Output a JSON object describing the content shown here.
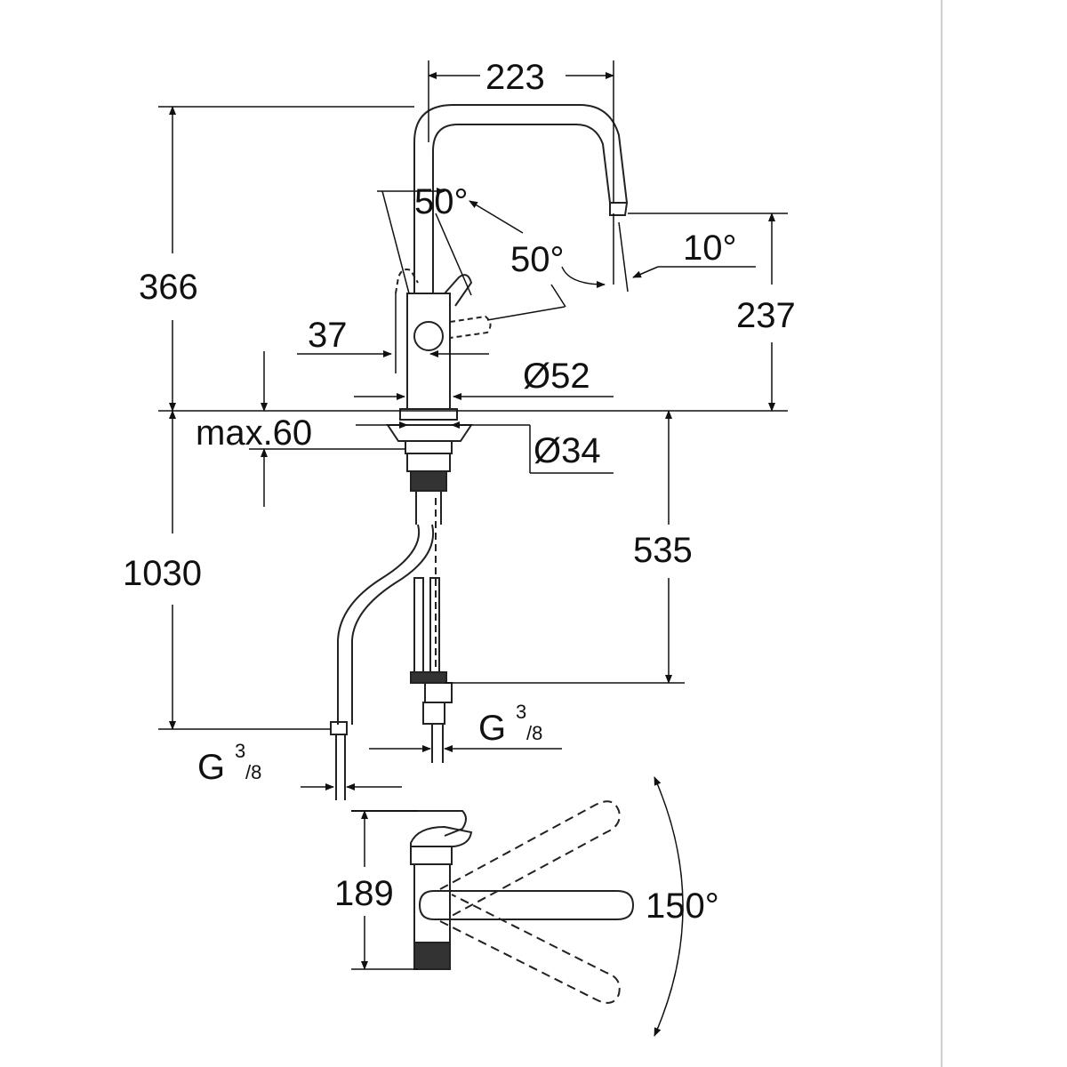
{
  "drawing": {
    "elevation": {
      "width_top": "223",
      "height_above_deck": "366",
      "spout_height": "237",
      "lever_angle_left": "50°",
      "lever_angle_right": "50°",
      "spout_tilt": "10°",
      "lever_offset": "37",
      "body_diameter": "Ø52",
      "mount_diameter": "Ø34",
      "deck_thickness": "max.60",
      "total_height": "1030",
      "below_deck": "535",
      "connection_right": {
        "prefix": "G",
        "sup": "3",
        "sub": "/8"
      },
      "connection_left": {
        "prefix": "G",
        "sup": "3",
        "sub": "/8"
      }
    },
    "plan": {
      "height": "189",
      "swivel_angle": "150°"
    }
  }
}
